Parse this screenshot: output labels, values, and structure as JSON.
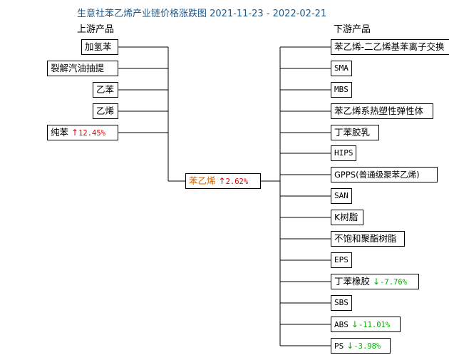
{
  "title": "生意社苯乙烯产业链价格涨跌图 2021-11-23 - 2022-02-21",
  "upstream_header": "上游产品",
  "downstream_header": "下游产品",
  "upstream": [
    {
      "name": "加氢苯",
      "change": ""
    },
    {
      "name": "裂解汽油抽提",
      "change": ""
    },
    {
      "name": "乙苯",
      "change": ""
    },
    {
      "name": "乙烯",
      "change": ""
    },
    {
      "name": "纯苯",
      "change": "12.45%",
      "direction": "up"
    }
  ],
  "center": {
    "name": "苯乙烯",
    "change": "2.62%",
    "direction": "up"
  },
  "downstream": [
    {
      "name": "苯乙烯-二乙烯基苯离子交换",
      "change": ""
    },
    {
      "name": "SMA",
      "change": ""
    },
    {
      "name": "MBS",
      "change": ""
    },
    {
      "name": "苯乙烯系热塑性弹性体",
      "change": ""
    },
    {
      "name": "丁苯胶乳",
      "change": ""
    },
    {
      "name": "HIPS",
      "change": ""
    },
    {
      "name": "GPPS(普通级聚苯乙烯)",
      "change": ""
    },
    {
      "name": "SAN",
      "change": ""
    },
    {
      "name": "K树脂",
      "change": ""
    },
    {
      "name": "不饱和聚酯树脂",
      "change": ""
    },
    {
      "name": "EPS",
      "change": ""
    },
    {
      "name": "丁苯橡胶",
      "change": "-7.76%",
      "direction": "down"
    },
    {
      "name": "SBS",
      "change": ""
    },
    {
      "name": "ABS",
      "change": "-11.01%",
      "direction": "down"
    },
    {
      "name": "PS",
      "change": "-3.98%",
      "direction": "down"
    }
  ],
  "colors": {
    "title": "#1f5a8a",
    "up": "#e00000",
    "down": "#00b000",
    "center": "#cc6600"
  }
}
